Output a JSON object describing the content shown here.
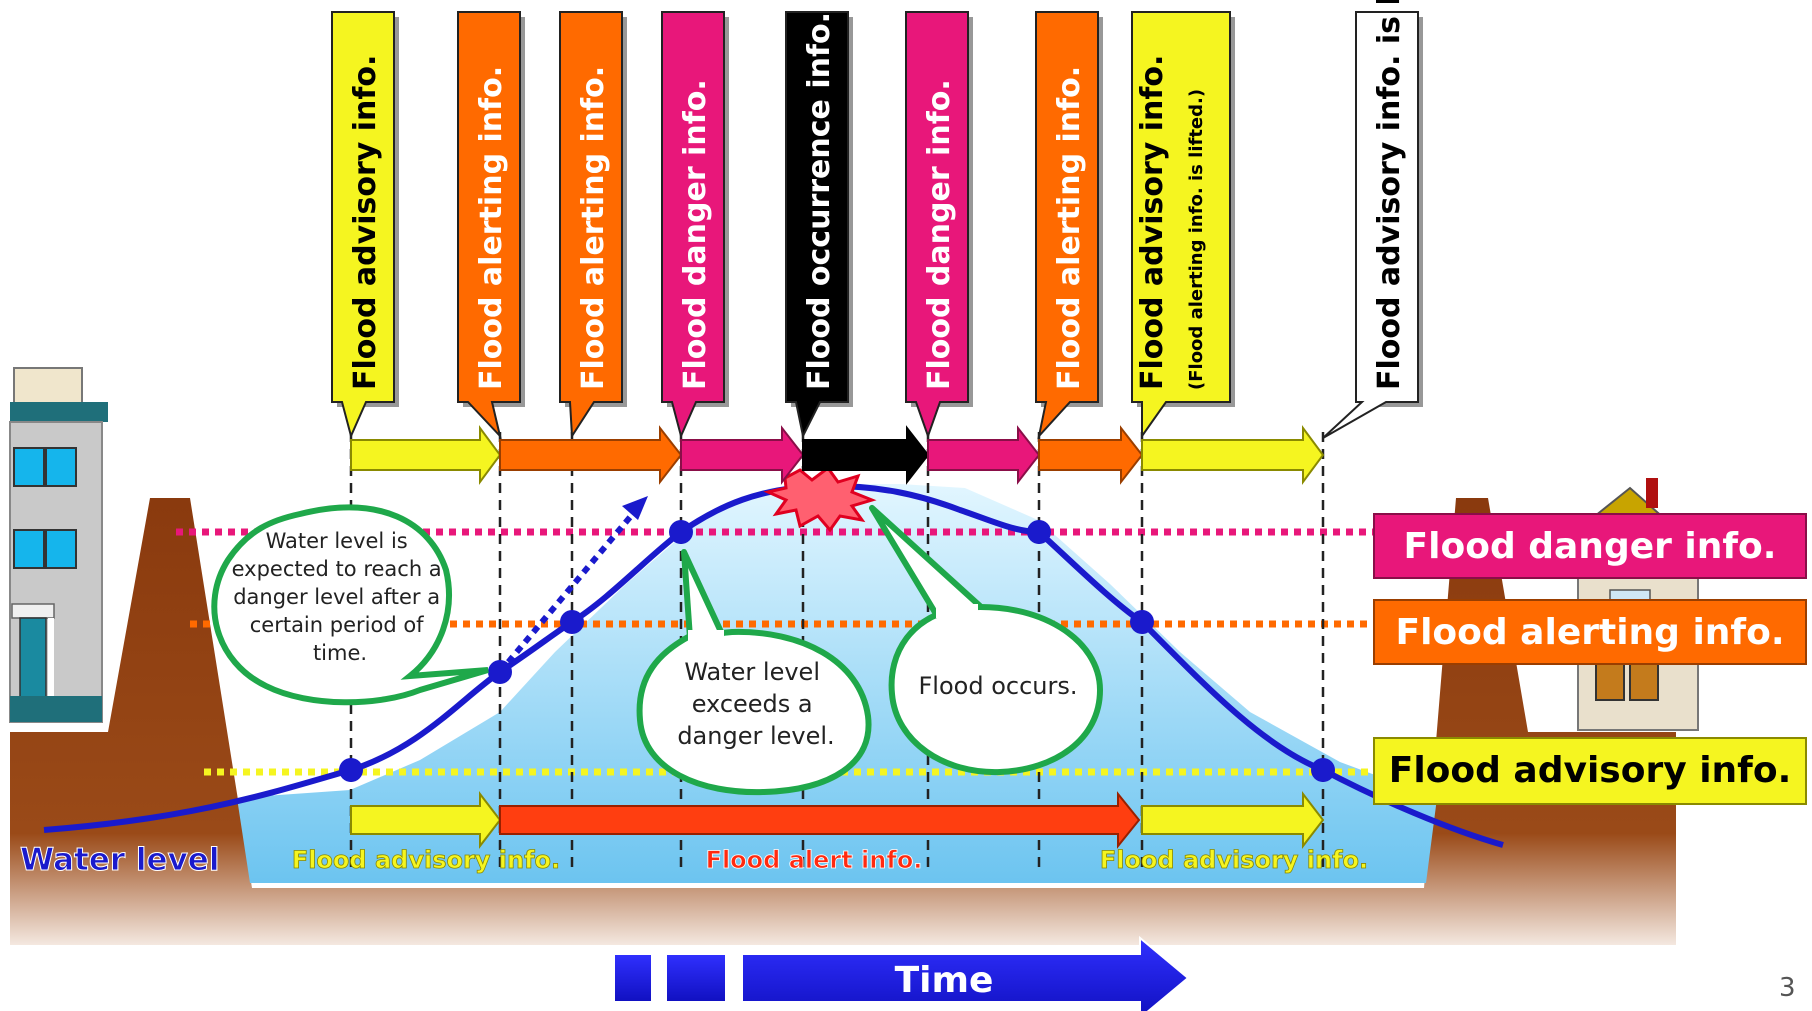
{
  "top_signs": [
    {
      "label": "Flood advisory info.",
      "color": "#f5f520",
      "text_color": "#000000"
    },
    {
      "label": "Flood alerting info.",
      "color": "#ff6a00",
      "text_color": "#ffffff"
    },
    {
      "label": "Flood alerting info.",
      "color": "#ff6a00",
      "text_color": "#ffffff"
    },
    {
      "label": "Flood danger info.",
      "color": "#e8177a",
      "text_color": "#ffffff"
    },
    {
      "label": "Flood occurrence info.",
      "color": "#000000",
      "text_color": "#ffffff"
    },
    {
      "label": "Flood danger info.",
      "color": "#e8177a",
      "text_color": "#ffffff"
    },
    {
      "label": "Flood alerting info.",
      "color": "#ff6a00",
      "text_color": "#ffffff"
    },
    {
      "label": "Flood advisory info.",
      "sublabel": "(Flood alerting info. is lifted.)",
      "color": "#f5f520",
      "text_color": "#000000"
    },
    {
      "label": "Flood advisory info. is lifted.",
      "color": "#ffffff",
      "text_color": "#000000"
    }
  ],
  "level_labels": {
    "danger": {
      "text": "Flood danger info.",
      "color": "#e8177a"
    },
    "alerting": {
      "text": "Flood alerting info.",
      "color": "#ff6a00"
    },
    "advisory": {
      "text": "Flood advisory info.",
      "color": "#f5f520"
    }
  },
  "bottom_labels": {
    "advisory_left": "Flood advisory info.",
    "alert": "Flood alert info.",
    "advisory_right": "Flood advisory info."
  },
  "bubbles": {
    "expected": [
      "Water level is",
      "expected to reach a",
      "danger level after a",
      "certain period of",
      "time."
    ],
    "exceeds": [
      "Water level",
      "exceeds a",
      "danger level."
    ],
    "occurs": [
      "Flood occurs."
    ]
  },
  "water_level_label": "Water level",
  "time_label": "Time",
  "page_number": "3",
  "colors": {
    "ground": "#8b3a10",
    "water_top": "#dff4ff",
    "water_bottom": "#6ec6f2",
    "curve": "#1a1acc",
    "bubble_border": "#1fa84a",
    "time_arrow": "#1e1ee0"
  }
}
